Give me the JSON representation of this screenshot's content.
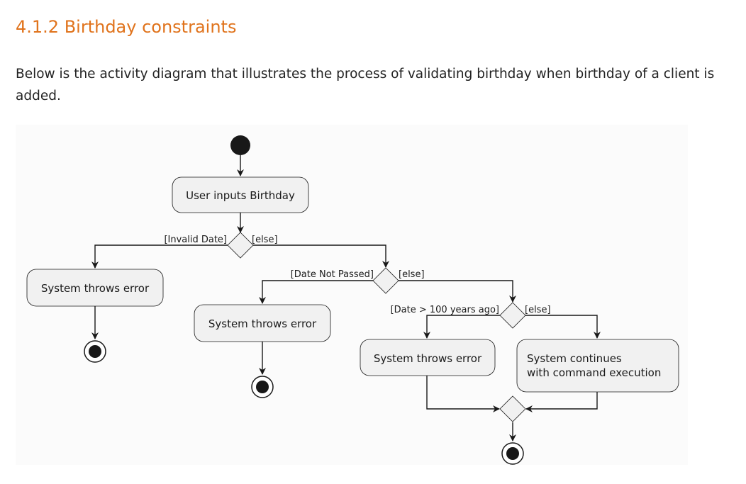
{
  "section": {
    "heading": "4.1.2 Birthday constraints",
    "intro": "Below is the activity diagram that illustrates the process of validating birthday when birthday of a client is added."
  },
  "diagram": {
    "nodes": {
      "user_inputs": "User inputs Birthday",
      "error_invalid_date": "System throws error",
      "error_date_not_passed": "System throws error",
      "error_too_old": "System throws error",
      "continue_line1": "System continues",
      "continue_line2": "with command execution"
    },
    "guards": {
      "invalid_date": "[Invalid Date]",
      "else_1": "[else]",
      "date_not_passed": "[Date Not Passed]",
      "else_2": "[else]",
      "over_100_years": "[Date > 100 years ago]",
      "else_3": "[else]"
    },
    "colors": {
      "heading": "#e0731c",
      "action_fill": "#f1f1f1",
      "line": "#181818"
    }
  }
}
